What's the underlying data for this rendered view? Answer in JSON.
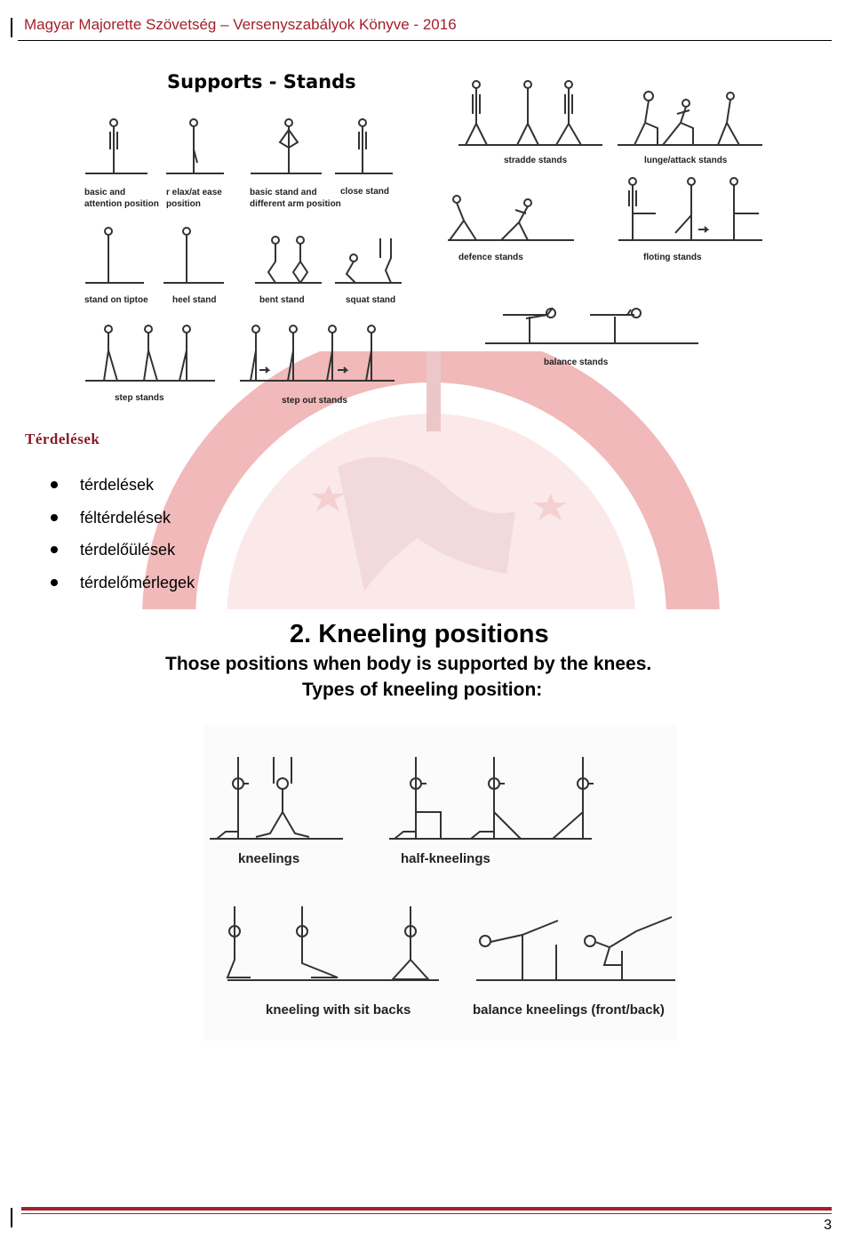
{
  "header": {
    "title": "Magyar Majorette Szövetség – Versenyszabályok Könyve - 2016"
  },
  "stands_figure": {
    "title": "Supports - Stands",
    "labels": {
      "basic": "basic and\nattention position",
      "relax": "r elax/at ease\nposition",
      "arm": "basic stand and\ndifferent arm position",
      "close": "close stand",
      "tiptoe": "stand on tiptoe",
      "heel": "heel stand",
      "bent": "bent stand",
      "squat": "squat stand",
      "step": "step stands",
      "stepout": "step out stands",
      "stradde": "stradde stands",
      "lunge": "lunge/attack stands",
      "defence": "defence stands",
      "floting": "floting stands",
      "balance": "balance stands"
    }
  },
  "section": {
    "title": "Térdelések",
    "items": [
      "térdelések",
      "féltérdelések",
      "térdelőülések",
      "térdelőmérlegek"
    ]
  },
  "kneeling_figure": {
    "heading": "2. Kneeling positions",
    "line1": "Those positions when  body is supported by the knees.",
    "line2": "Types of kneeling position:",
    "labels": {
      "kneelings": "kneelings",
      "half": "half-kneelings",
      "sitback": "kneeling with sit backs",
      "balance": "balance kneelings  (front/back)"
    }
  },
  "footer": {
    "page_number": "3"
  }
}
